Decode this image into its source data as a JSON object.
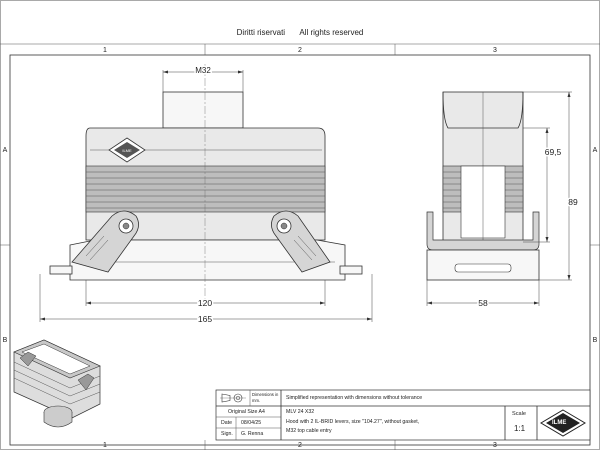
{
  "header": {
    "rights_it": "Diritti riservati",
    "rights_en": "All rights reserved"
  },
  "grid": {
    "columns": [
      "1",
      "2",
      "3"
    ],
    "rows": [
      "A",
      "B"
    ]
  },
  "dimensions": {
    "thread": "M32",
    "width_inner": "120",
    "width_total": "165",
    "side_depth": "58",
    "side_body_height": "69,5",
    "side_total_height": "89"
  },
  "title_block": {
    "dimensions_label": "Dimensions in mm.",
    "note": "Simplified representation with dimensions without tolerance",
    "original_size_label": "Original Size A4",
    "code": "MLV 24 X32",
    "date_label": "Date",
    "date_value": "08/04/25",
    "description_line1": "Hood with 2 IL-BRID levers, size \"104.27\", without gasket,",
    "description_line2": "M32 top cable entry",
    "sign_label": "Sign.",
    "sign_value": "G. Renna",
    "scale_label": "Scale",
    "scale_value": "1:1",
    "logo_text": "ILME"
  }
}
